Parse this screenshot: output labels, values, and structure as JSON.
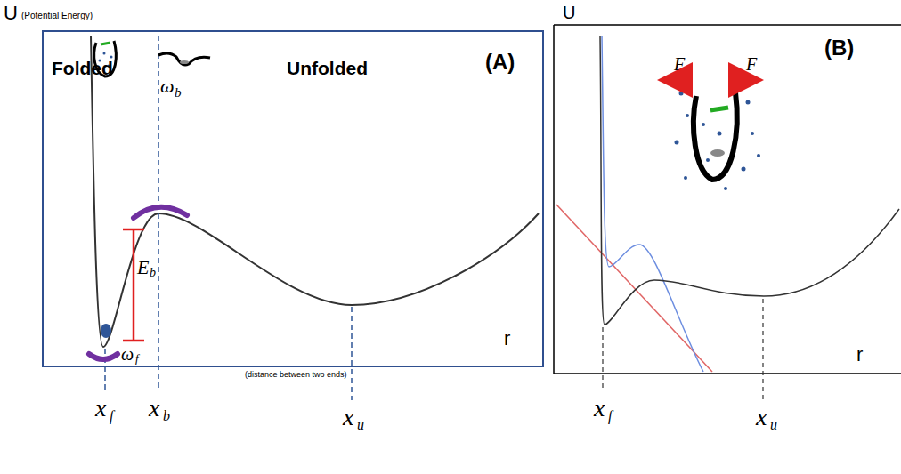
{
  "diagram": {
    "labels": [
      "U",
      "(Potential Energy)",
      "Folded",
      "Unfolded",
      "(A)",
      "ω",
      "b",
      "E",
      "b",
      "ω",
      "f",
      "r",
      "(distance between two ends)",
      "x",
      "f",
      "x",
      "b",
      "x",
      "u",
      "U",
      "(B)",
      "F",
      "F",
      "r",
      "x",
      "f",
      "x",
      "u"
    ]
  }
}
